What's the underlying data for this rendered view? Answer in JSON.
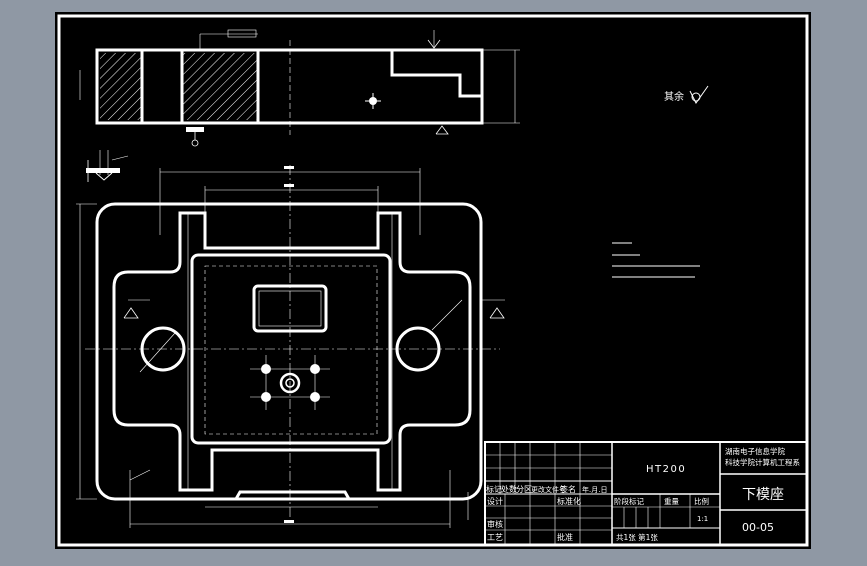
{
  "notes": {
    "surface_remainder": "其余"
  },
  "title_block": {
    "material": "HT200",
    "school": "湖南电子信息学院",
    "school_line2": "科技学院计算机工程系",
    "part_name": "下模座",
    "drawing_no": "00-05",
    "scale": "1:1",
    "headers": [
      "标记",
      "处数",
      "分区",
      "更改文件号",
      "签名",
      "年.月.日"
    ],
    "row_design": "设计",
    "row_standard": "标准化",
    "row_review": "审核",
    "row_process": "工艺",
    "row_approve": "批准",
    "col_stage": "阶段标记",
    "col_weight": "重量",
    "col_ratio": "比例",
    "sheets": "共1张  第1张"
  },
  "colors": {
    "frame_bg": "#8f98a4",
    "sheet": "#000000",
    "line": "#ffffff"
  }
}
